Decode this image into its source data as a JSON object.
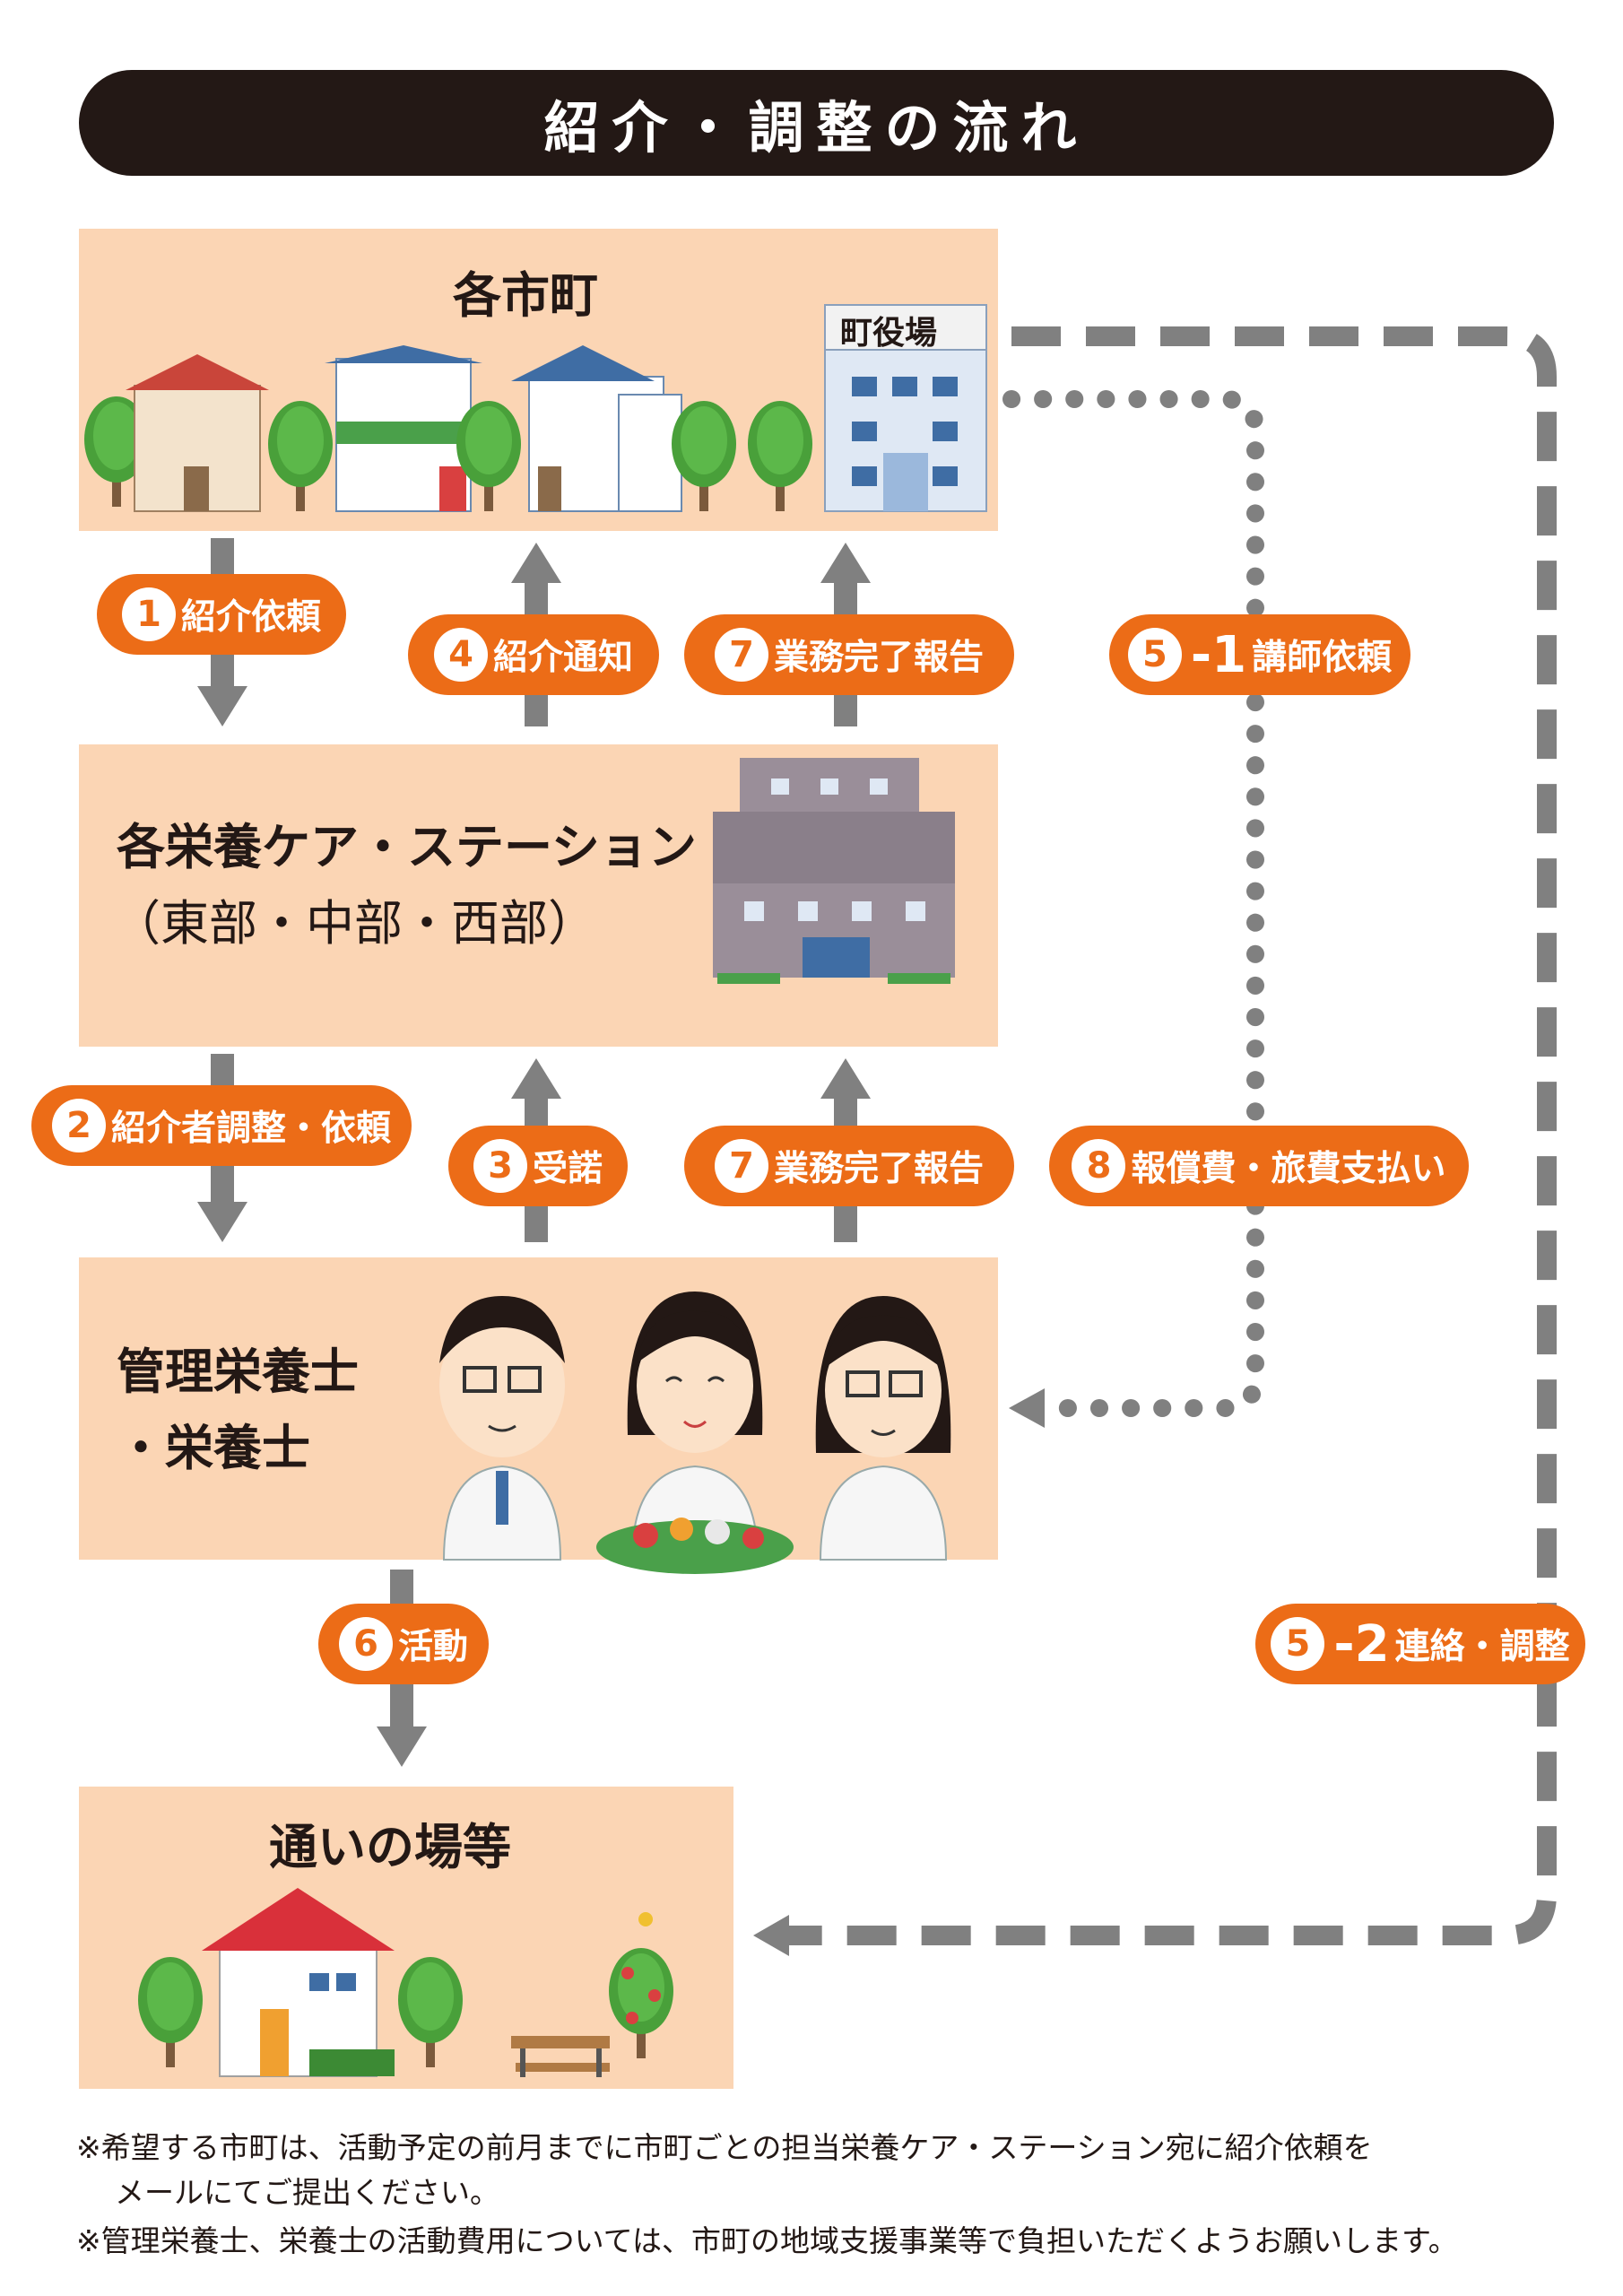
{
  "title": "紹介・調整の流れ",
  "boxes": {
    "municipality": {
      "title": "各市町",
      "cityhall_sign": "町役場"
    },
    "station": {
      "title_line1": "各栄養ケア・ステーション",
      "title_line2": "（東部・中部・西部）"
    },
    "dietitian": {
      "title_line1": "管理栄養士",
      "title_line2": "・栄養士"
    },
    "venue": {
      "title": "通いの場等"
    }
  },
  "steps": {
    "s1": {
      "num": "1",
      "label": "紹介依頼"
    },
    "s2": {
      "num": "2",
      "label": "紹介者調整・依頼"
    },
    "s3": {
      "num": "3",
      "label": "受諾"
    },
    "s4": {
      "num": "4",
      "label": "紹介通知"
    },
    "s5_1": {
      "num": "5",
      "sub": "-1",
      "label": "講師依頼"
    },
    "s5_2": {
      "num": "5",
      "sub": "-2",
      "label": "連絡・調整"
    },
    "s6": {
      "num": "6",
      "label": "活動"
    },
    "s7a": {
      "num": "7",
      "label": "業務完了報告"
    },
    "s7b": {
      "num": "7",
      "label": "業務完了報告"
    },
    "s8": {
      "num": "8",
      "label": "報償費・旅費支払い"
    }
  },
  "notes": {
    "line1": "※希望する市町は、活動予定の前月までに市町ごとの担当栄養ケア・ステーション宛に紹介依頼を",
    "line2": "メールにてご提出ください。",
    "line3": "※管理栄養士、栄養士の活動費用については、市町の地域支援事業等で負担いただくようお願いします。"
  },
  "colors": {
    "accent": "#ec6c17",
    "box": "#fbd5b4",
    "arrow": "#808080",
    "title_bar": "#231815"
  }
}
